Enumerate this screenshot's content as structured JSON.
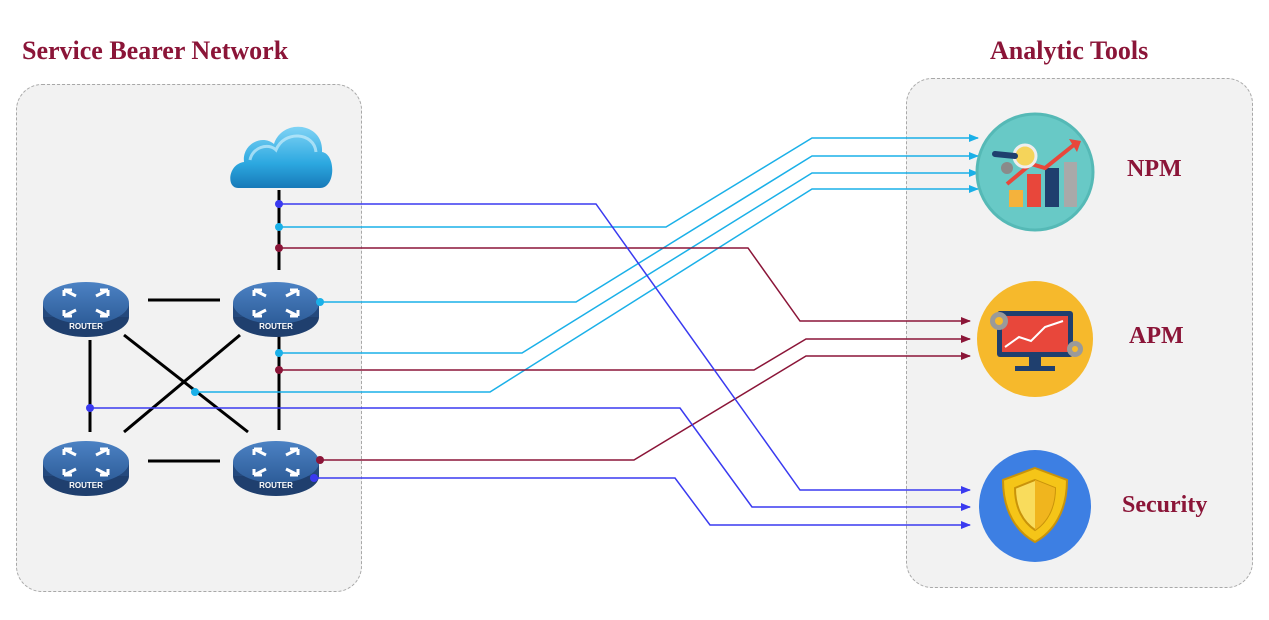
{
  "titles": {
    "left": "Service Bearer Network",
    "right": "Analytic Tools"
  },
  "routers": {
    "label": "ROUTER",
    "items": [
      "top-left",
      "top-right",
      "bottom-left",
      "bottom-right"
    ]
  },
  "tools": [
    {
      "id": "npm",
      "label": "NPM",
      "icon": "chart-magnifier-icon"
    },
    {
      "id": "apm",
      "label": "APM",
      "icon": "monitor-gears-icon"
    },
    {
      "id": "security",
      "label": "Security",
      "icon": "shield-icon"
    }
  ],
  "colors": {
    "title": "#8b1538",
    "npm_link": "#1ab0e8",
    "apm_link": "#8b1538",
    "security_link": "#3a3af0",
    "router": "#2f5f9e",
    "cloud": "#2ca8e0"
  }
}
